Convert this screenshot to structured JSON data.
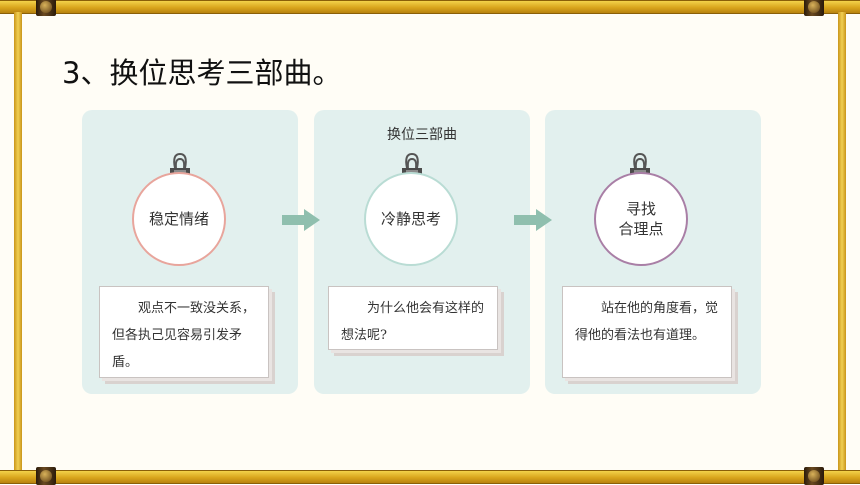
{
  "title": "3、换位思考三部曲。",
  "diagram_heading": "换位三部曲",
  "steps": [
    {
      "label": "稳定情绪",
      "note": "观点不一致没关系，但各执己见容易引发矛盾。"
    },
    {
      "label": "冷静思考",
      "note": "为什么他会有这样的想法呢?"
    },
    {
      "label": "寻找\n合理点",
      "note": "站在他的角度看，觉得他的看法也有道理。"
    }
  ],
  "colors": {
    "panel": "#e2f0ee",
    "step_1_ring": "#e8a59c",
    "step_2_ring": "#b9dcd4",
    "step_3_ring": "#a97fa6",
    "arrow": "#8fbfae",
    "frame": "#d9a51c"
  },
  "icons": [
    "binder-clip-icon",
    "right-arrow-icon",
    "scroll-cap-icon"
  ]
}
